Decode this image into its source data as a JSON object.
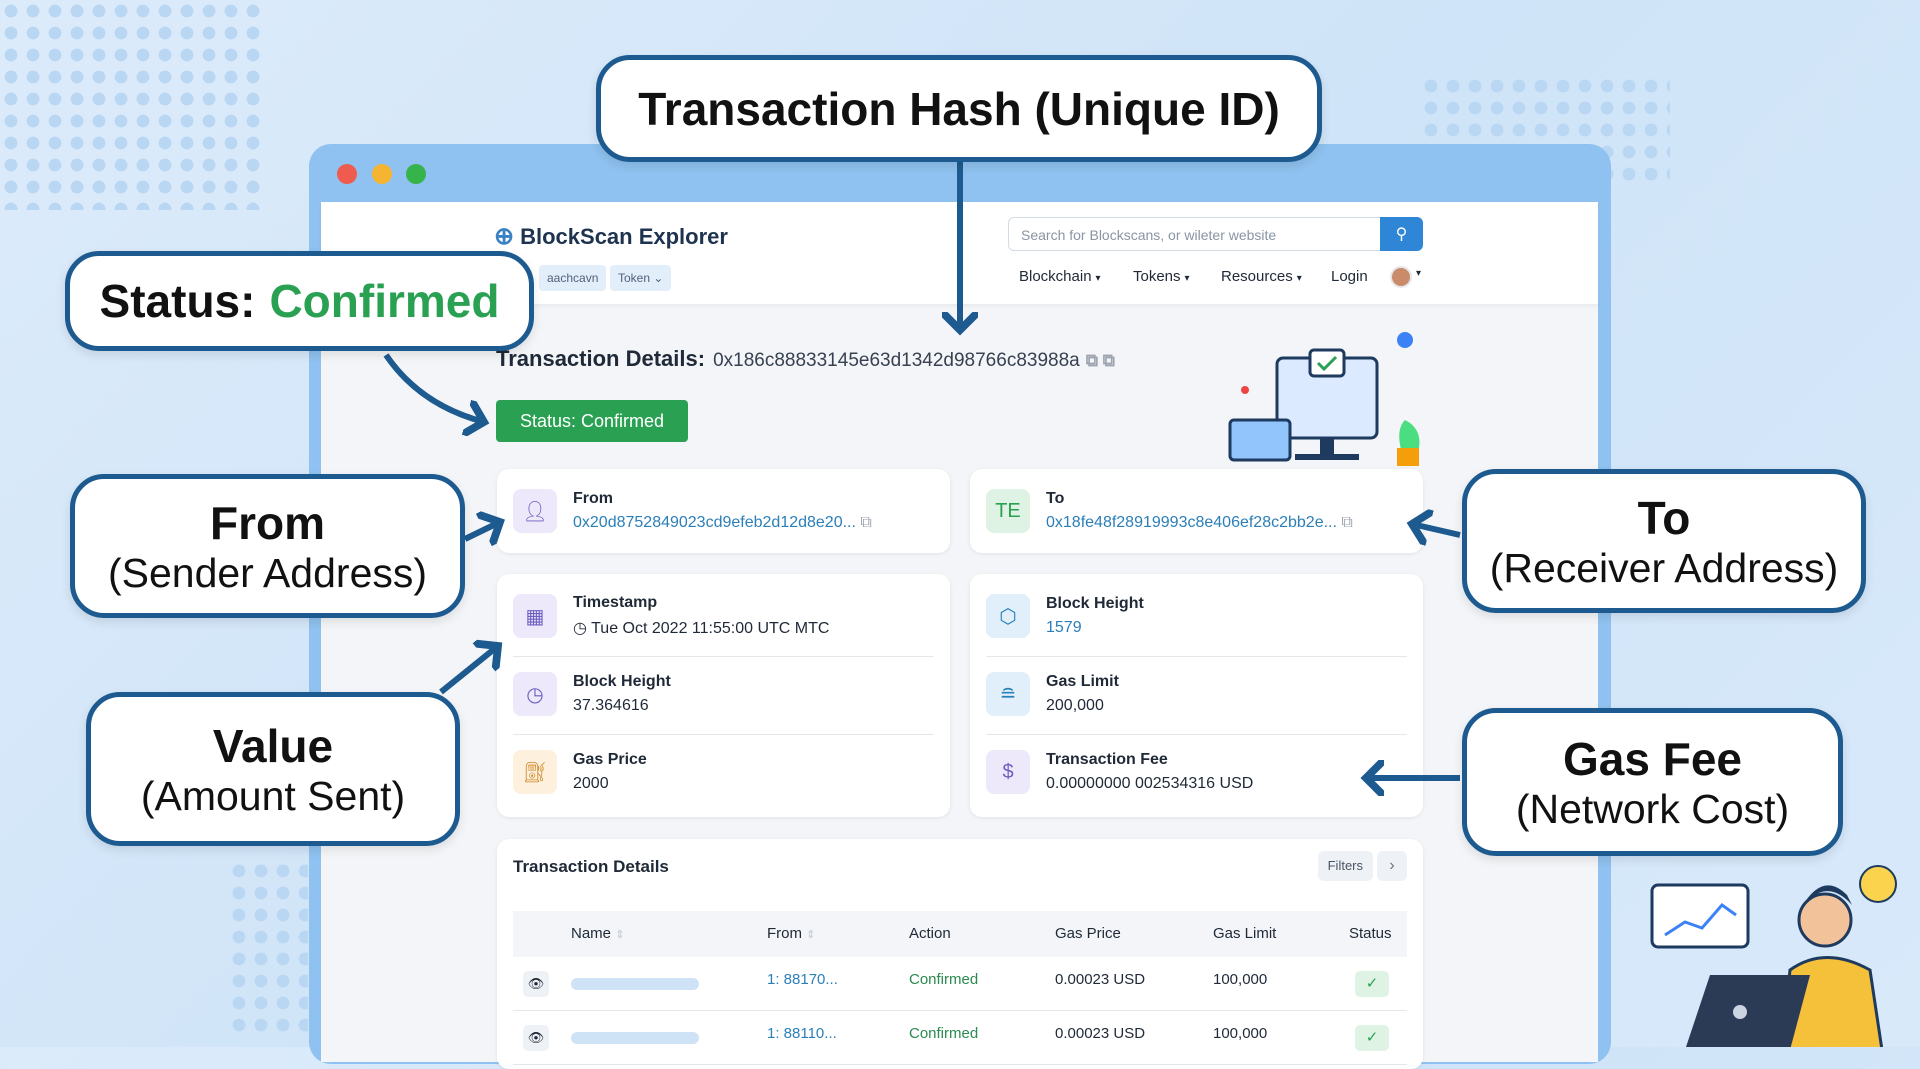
{
  "callouts": {
    "hash": "Transaction Hash (Unique ID)",
    "status_prefix": "Status:",
    "status_value": "Confirmed",
    "from_title": "From",
    "from_sub": "(Sender Address)",
    "value_title": "Value",
    "value_sub": "(Amount Sent)",
    "to_title": "To",
    "to_sub": "(Receiver Address)",
    "gas_title": "Gas Fee",
    "gas_sub": "(Network Cost)"
  },
  "header": {
    "brand": "BlockScan Explorer",
    "search_placeholder": "Search for Blockscans, or wileter website",
    "chips": [
      "aachcavn",
      "Token"
    ],
    "nav": [
      "Blockchain",
      "Tokens",
      "Resources"
    ],
    "login": "Login"
  },
  "tx": {
    "title": "Transaction Details:",
    "hash": "0x186c88833145e63d1342d98766c83988a",
    "status": "Status: Confirmed",
    "from_label": "From",
    "from_value": "0x20d8752849023cd9efeb2d12d8e20...",
    "to_badge": "TE",
    "to_label": "To",
    "to_value": "0x18fe48f28919993c8e406ef28c2bb2e...",
    "left": [
      {
        "label": "Timestamp",
        "value": "Tue Oct 2022 11:55:00 UTC MTC"
      },
      {
        "label": "Block Height",
        "value": "37.364616"
      },
      {
        "label": "Gas Price",
        "value": "2000"
      }
    ],
    "right": [
      {
        "label": "Block Height",
        "value": "1579"
      },
      {
        "label": "Gas Limit",
        "value": "200,000"
      },
      {
        "label": "Transaction Fee",
        "value": "0.00000000 002534316 USD"
      }
    ]
  },
  "table": {
    "title": "Transaction Details",
    "filters": "Filters",
    "columns": [
      "Name",
      "From",
      "Action",
      "Gas Price",
      "Gas Limit",
      "Status"
    ],
    "rows": [
      {
        "from": "1: 88170...",
        "action": "Confirmed",
        "gas_price": "0.00023 USD",
        "gas_limit": "100,000"
      },
      {
        "from": "1: 88110...",
        "action": "Confirmed",
        "gas_price": "0.00023 USD",
        "gas_limit": "100,000"
      }
    ]
  },
  "colors": {
    "accent": "#2f86d6",
    "success": "#2aa152",
    "callout_border": "#1d5a8f"
  }
}
